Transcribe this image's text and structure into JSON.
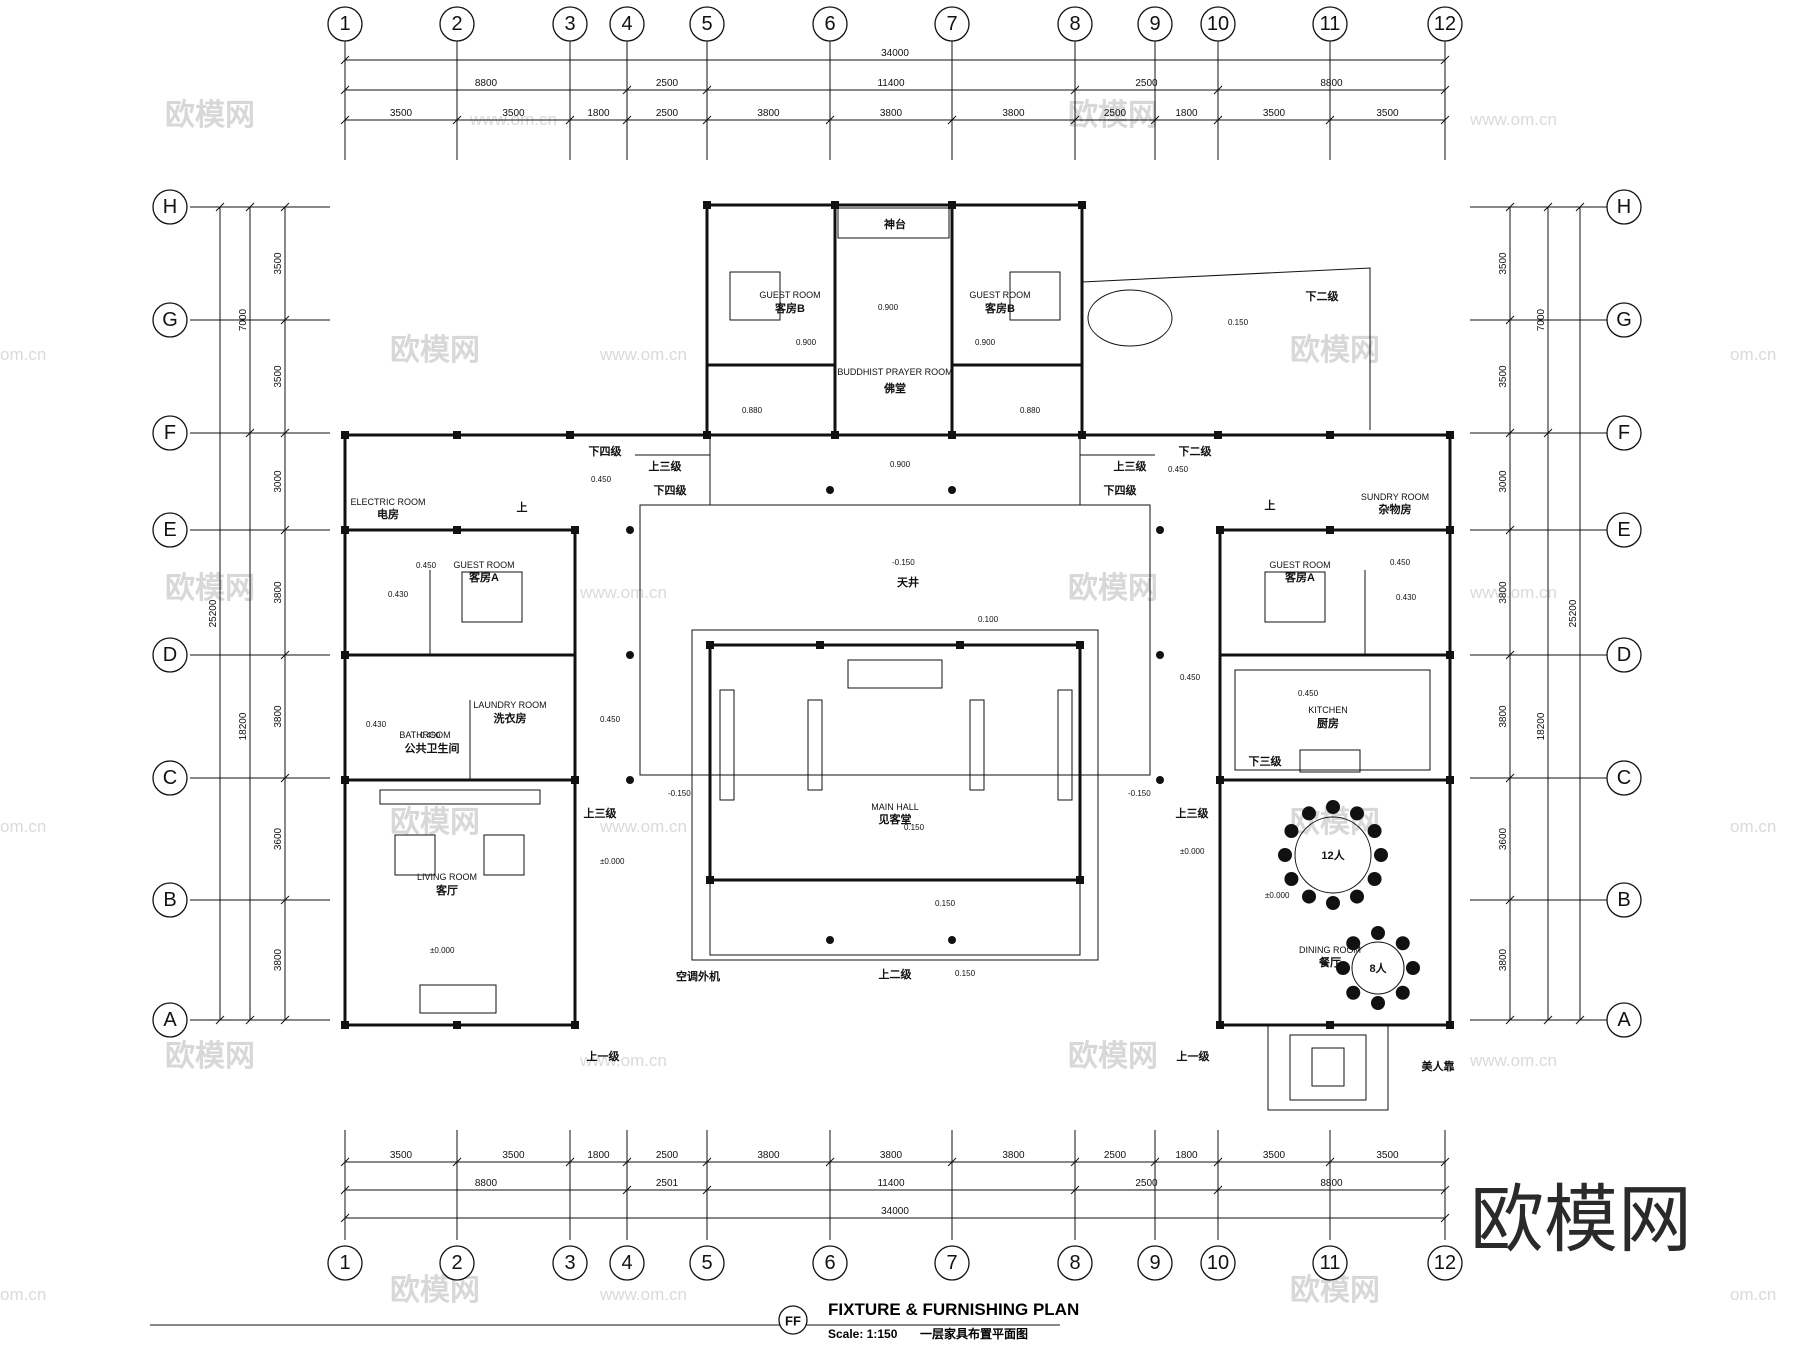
{
  "grid_top": [
    "1",
    "2",
    "3",
    "4",
    "5",
    "6",
    "7",
    "8",
    "9",
    "10",
    "11",
    "12"
  ],
  "grid_side": [
    "H",
    "G",
    "F",
    "E",
    "D",
    "C",
    "B",
    "A"
  ],
  "dims_top": {
    "total": "34000",
    "mid": [
      "8800",
      "2500",
      "11400",
      "2500",
      "8800"
    ],
    "detail": [
      "3500",
      "3500",
      "1800",
      "2500",
      "3800",
      "3800",
      "3800",
      "2500",
      "1800",
      "3500",
      "3500"
    ]
  },
  "dims_bottom": {
    "total": "34000",
    "mid": [
      "8800",
      "2501",
      "11400",
      "2500",
      "8800"
    ],
    "detail": [
      "3500",
      "3500",
      "1800",
      "2500",
      "3800",
      "3800",
      "3800",
      "2500",
      "1800",
      "3500",
      "3500"
    ]
  },
  "dims_side": {
    "total": "25200",
    "mid": [
      "7000",
      "18200"
    ],
    "detail": [
      "3500",
      "3500",
      "3000",
      "3800",
      "3800",
      "3600",
      "3800"
    ]
  },
  "rooms": {
    "shrine": "神台",
    "prayer_en": "BUDDHIST PRAYER ROOM",
    "prayer_cn": "佛堂",
    "guest_b_en": "GUEST ROOM",
    "guest_b_cn": "客房B",
    "electric_en": "ELECTRIC ROOM",
    "electric_cn": "电房",
    "sundry_en": "SUNDRY ROOM",
    "sundry_cn": "杂物房",
    "guest_a_en": "GUEST ROOM",
    "guest_a_cn": "客房A",
    "laundry_en": "LAUNDRY ROOM",
    "laundry_cn": "洗衣房",
    "bathroom_en": "BATHROOM",
    "bathroom_cn": "公共卫生间",
    "kitchen_en": "KITCHEN",
    "kitchen_cn": "厨房",
    "living_en": "LIVING ROOM",
    "living_cn": "客厅",
    "hall_en": "MAIN HALL",
    "hall_cn": "见客堂",
    "dining_en": "DINING ROOM",
    "dining_cn": "餐厅",
    "courtyard": "天井",
    "ac_unit": "空调外机",
    "bench": "美人靠",
    "table_12": "12人",
    "table_8": "8人"
  },
  "steps": {
    "up": "上",
    "down_two": "下二级",
    "down_three": "下三级",
    "down_four": "下四级",
    "up_three": "上三级",
    "up_two": "上二级",
    "up_one": "上一级"
  },
  "levels": [
    "0.900",
    "0.880",
    "0.150",
    "0.450",
    "0.430",
    "-0.150",
    "0.100",
    "0.150",
    "±0.000"
  ],
  "title": {
    "badge": "FF",
    "en": "FIXTURE & FURNISHING PLAN",
    "scale": "Scale: 1:150",
    "cn": "一层家具布置平面图"
  },
  "watermark": {
    "brand": "欧模网",
    "url": "www.om.cn",
    "url_short": "om.cn"
  }
}
